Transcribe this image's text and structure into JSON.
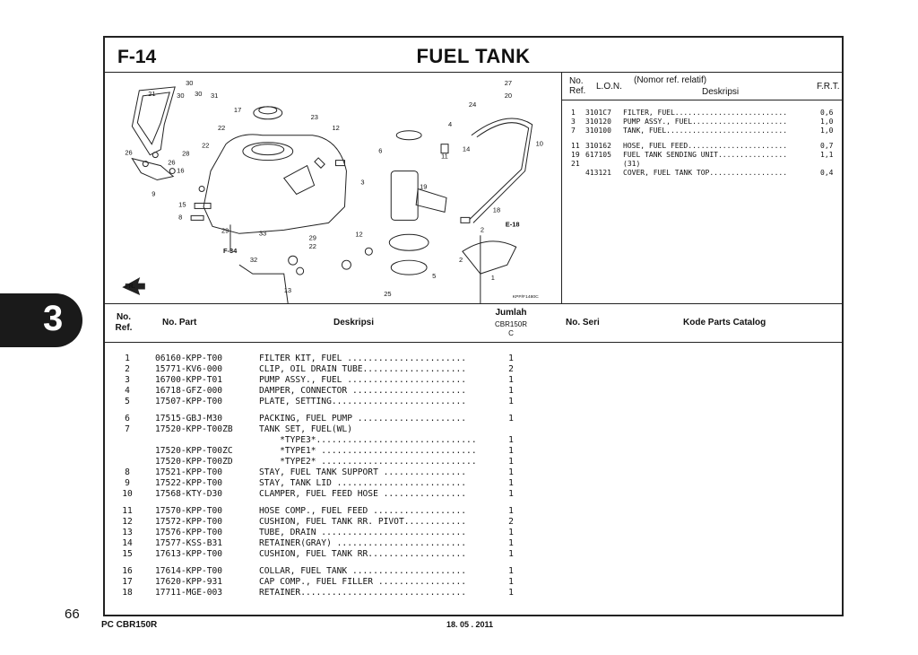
{
  "section": {
    "code": "F-14",
    "title": "FUEL TANK"
  },
  "chapter_tab": "3",
  "page_number": "66",
  "footer": {
    "model": "PC CBR150R",
    "date": "18. 05 . 2011"
  },
  "diagram": {
    "callouts": [
      "30",
      "21",
      "30",
      "30",
      "31",
      "17",
      "23",
      "12",
      "27",
      "20",
      "24",
      "22",
      "6",
      "4",
      "11",
      "14",
      "10",
      "26",
      "28",
      "22",
      "26",
      "16",
      "9",
      "3",
      "19",
      "15",
      "8",
      "29",
      "33",
      "29",
      "22",
      "12",
      "18",
      "E-18",
      "F-34",
      "32",
      "13",
      "5",
      "1",
      "25",
      "2",
      "2"
    ],
    "arrow_label": "FR.",
    "figure_code": "KPP/F1480C"
  },
  "ref_table": {
    "headers": {
      "no_ref": "No.\nRef.",
      "lon": "L.O.N.",
      "nomor": "(Nomor ref. relatif)",
      "deskripsi": "Deskripsi",
      "frt": "F.R.T."
    },
    "groups": [
      [
        {
          "ref": "1",
          "lon": "3101C7",
          "desc": "FILTER, FUEL..........................",
          "frt": "0,6"
        },
        {
          "ref": "3",
          "lon": "310120",
          "desc": "PUMP ASSY., FUEL......................",
          "frt": "1,0"
        },
        {
          "ref": "7",
          "lon": "310100",
          "desc": "TANK, FUEL............................",
          "frt": "1,0"
        }
      ],
      [
        {
          "ref": "11",
          "lon": "310162",
          "desc": "HOSE, FUEL FEED.......................",
          "frt": "0,7"
        },
        {
          "ref": "19",
          "lon": "617105",
          "desc": "FUEL TANK SENDING UNIT................",
          "frt": "1,1"
        },
        {
          "ref": "21",
          "lon": "",
          "desc": "(31)",
          "frt": ""
        },
        {
          "ref": "",
          "lon": "413121",
          "desc": "COVER, FUEL TANK TOP..................",
          "frt": "0,4"
        }
      ]
    ]
  },
  "parts_table": {
    "headers": {
      "no_ref": "No.\nRef.",
      "no_part": "No. Part",
      "deskripsi": "Deskripsi",
      "jumlah": "Jumlah",
      "model": "CBR150R",
      "type": "C",
      "no_seri": "No. Seri",
      "catalog": "Kode Parts Catalog"
    },
    "groups": [
      [
        {
          "no": "1",
          "part": "06160-KPP-T00",
          "desc": "FILTER KIT, FUEL .......................",
          "qty": "1"
        },
        {
          "no": "2",
          "part": "15771-KV6-000",
          "desc": "CLIP, OIL DRAIN TUBE....................",
          "qty": "2"
        },
        {
          "no": "3",
          "part": "16700-KPP-T01",
          "desc": "PUMP ASSY., FUEL .......................",
          "qty": "1"
        },
        {
          "no": "4",
          "part": "16718-GFZ-000",
          "desc": "DAMPER, CONNECTOR ......................",
          "qty": "1"
        },
        {
          "no": "5",
          "part": "17507-KPP-T00",
          "desc": "PLATE, SETTING..........................",
          "qty": "1"
        }
      ],
      [
        {
          "no": "6",
          "part": "17515-GBJ-M30",
          "desc": "PACKING, FUEL PUMP .....................",
          "qty": "1"
        },
        {
          "no": "7",
          "part": "17520-KPP-T00ZB",
          "desc": "TANK SET, FUEL(WL)",
          "qty": ""
        },
        {
          "no": "",
          "part": "",
          "desc": "    *TYPE3*...............................",
          "qty": "1"
        },
        {
          "no": "",
          "part": "17520-KPP-T00ZC",
          "desc": "    *TYPE1* ..............................",
          "qty": "1"
        },
        {
          "no": "",
          "part": "17520-KPP-T00ZD",
          "desc": "    *TYPE2* ..............................",
          "qty": "1"
        },
        {
          "no": "8",
          "part": "17521-KPP-T00",
          "desc": "STAY, FUEL TANK SUPPORT ................",
          "qty": "1"
        },
        {
          "no": "9",
          "part": "17522-KPP-T00",
          "desc": "STAY, TANK LID .........................",
          "qty": "1"
        },
        {
          "no": "10",
          "part": "17568-KTY-D30",
          "desc": "CLAMPER, FUEL FEED HOSE ................",
          "qty": "1"
        }
      ],
      [
        {
          "no": "11",
          "part": "17570-KPP-T00",
          "desc": "HOSE COMP., FUEL FEED ..................",
          "qty": "1"
        },
        {
          "no": "12",
          "part": "17572-KPP-T00",
          "desc": "CUSHION, FUEL TANK RR. PIVOT............",
          "qty": "2"
        },
        {
          "no": "13",
          "part": "17576-KPP-T00",
          "desc": "TUBE, DRAIN ............................",
          "qty": "1"
        },
        {
          "no": "14",
          "part": "17577-KSS-B31",
          "desc": "RETAINER(GRAY) .........................",
          "qty": "1"
        },
        {
          "no": "15",
          "part": "17613-KPP-T00",
          "desc": "CUSHION, FUEL TANK RR...................",
          "qty": "1"
        }
      ],
      [
        {
          "no": "16",
          "part": "17614-KPP-T00",
          "desc": "COLLAR, FUEL TANK ......................",
          "qty": "1"
        },
        {
          "no": "17",
          "part": "17620-KPP-931",
          "desc": "CAP COMP., FUEL FILLER .................",
          "qty": "1"
        },
        {
          "no": "18",
          "part": "17711-MGE-003",
          "desc": "RETAINER................................",
          "qty": "1"
        }
      ]
    ]
  }
}
